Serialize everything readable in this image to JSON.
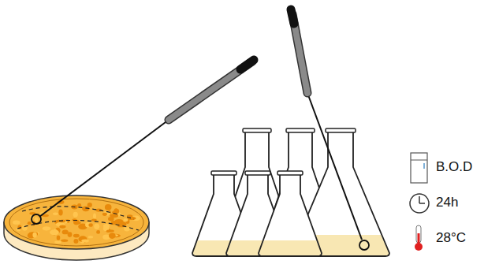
{
  "diagram": {
    "labels": [
      "B.O.D",
      "24h",
      "28°C"
    ]
  }
}
